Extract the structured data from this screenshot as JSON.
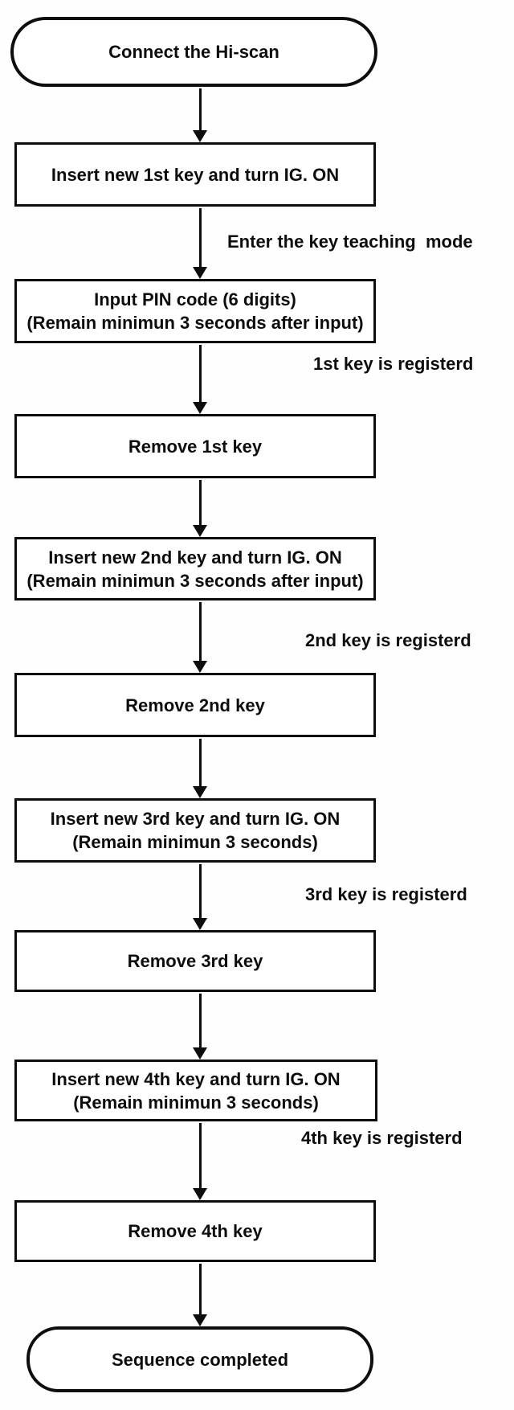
{
  "page": {
    "background": "#ffffff",
    "ink_color": "#0d0d0d"
  },
  "flowchart": {
    "nodes": [
      {
        "id": "start",
        "shape": "terminator",
        "lines": [
          "Connect the Hi-scan"
        ]
      },
      {
        "id": "insert-1st-key",
        "shape": "process",
        "lines": [
          "Insert new 1st key and turn IG. ON"
        ]
      },
      {
        "id": "input-pin-code",
        "shape": "process",
        "lines": [
          "Input PIN code (6 digits)",
          "(Remain minimun 3 seconds after input)"
        ]
      },
      {
        "id": "remove-1st-key",
        "shape": "process",
        "lines": [
          "Remove 1st key"
        ]
      },
      {
        "id": "insert-2nd-key",
        "shape": "process",
        "lines": [
          "Insert new 2nd key and turn IG. ON",
          "(Remain minimun 3 seconds after input)"
        ]
      },
      {
        "id": "remove-2nd-key",
        "shape": "process",
        "lines": [
          "Remove 2nd key"
        ]
      },
      {
        "id": "insert-3rd-key",
        "shape": "process",
        "lines": [
          "Insert new 3rd key and turn IG. ON",
          "(Remain minimun 3 seconds)"
        ]
      },
      {
        "id": "remove-3rd-key",
        "shape": "process",
        "lines": [
          "Remove 3rd key"
        ]
      },
      {
        "id": "insert-4th-key",
        "shape": "process",
        "lines": [
          "Insert new 4th key and turn IG. ON",
          "(Remain minimun 3 seconds)"
        ]
      },
      {
        "id": "remove-4th-key",
        "shape": "process",
        "lines": [
          "Remove 4th key"
        ]
      },
      {
        "id": "end",
        "shape": "terminator",
        "lines": [
          "Sequence completed"
        ]
      }
    ],
    "edge_labels": [
      {
        "id": "enter-key-teaching-mode",
        "text": "Enter the key teaching  mode"
      },
      {
        "id": "1st-key-registered",
        "text": "1st key is registerd"
      },
      {
        "id": "2nd-key-registered",
        "text": "2nd key is registerd"
      },
      {
        "id": "3rd-key-registered",
        "text": "3rd key is registerd"
      },
      {
        "id": "4th-key-registered",
        "text": "4th key is registerd"
      }
    ]
  }
}
